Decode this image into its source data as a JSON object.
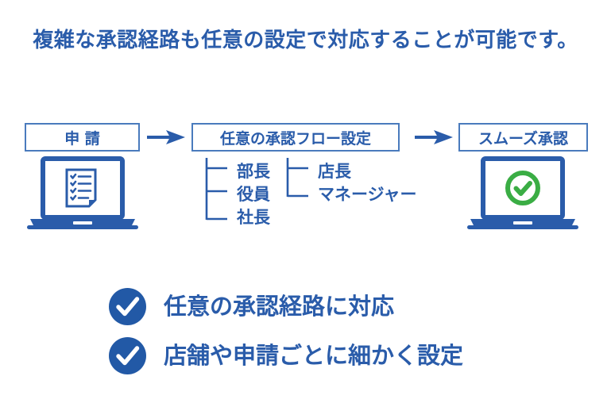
{
  "title": "複雑な承認経路も任意の設定で対応することが可能です。",
  "colors": {
    "brand_blue": "#2a5caa",
    "box_border_blue": "#4a7bbd",
    "laptop_blue": "#2a5caa",
    "check_green": "#3aad44",
    "white": "#ffffff"
  },
  "flow": {
    "steps": [
      {
        "label": "申 請",
        "icon": "laptop-document-icon"
      },
      {
        "label": "任意の承認フロー設定",
        "icon": "approval-tree-icon"
      },
      {
        "label": "スムーズ承認",
        "icon": "laptop-check-icon"
      }
    ],
    "arrows": [
      {
        "name": "arrow-right-icon-1"
      },
      {
        "name": "arrow-right-icon-2"
      }
    ]
  },
  "approval_trees": {
    "left": {
      "items": [
        "部長",
        "役員",
        "社長"
      ]
    },
    "right": {
      "items": [
        "店長",
        "マネージャー"
      ]
    }
  },
  "features": [
    {
      "icon": "check-circle-icon",
      "label": "任意の承認経路に対応"
    },
    {
      "icon": "check-circle-icon",
      "label": "店舗や申請ごとに細かく設定"
    }
  ]
}
